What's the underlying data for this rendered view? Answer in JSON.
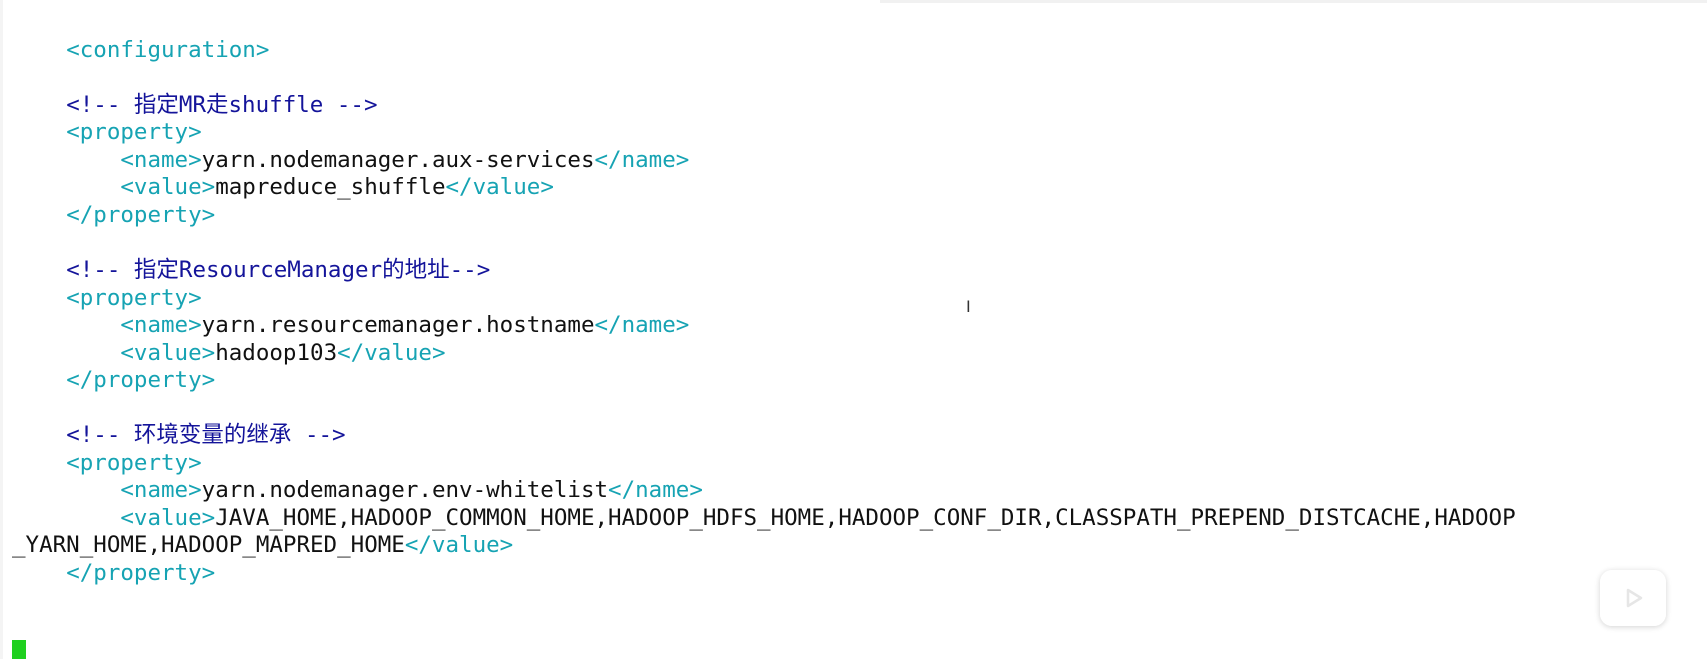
{
  "editor": {
    "lines": [
      {
        "tag_open": "<configuration>"
      },
      {
        "comment": "<!-- 指定MR走shuffle -->"
      },
      {
        "prop_open": "<property>"
      },
      {
        "name_open": "<name>",
        "name_value": "yarn.nodemanager.aux-services",
        "name_close": "</name>"
      },
      {
        "value_open": "<value>",
        "value_value": "mapreduce_shuffle",
        "value_close": "</value>"
      },
      {
        "prop_close": "</property>"
      },
      {
        "comment": "<!-- 指定ResourceManager的地址-->"
      },
      {
        "prop_open": "<property>"
      },
      {
        "name_open": "<name>",
        "name_value": "yarn.resourcemanager.hostname",
        "name_close": "</name>"
      },
      {
        "value_open": "<value>",
        "value_value": "hadoop103",
        "value_close": "</value>"
      },
      {
        "prop_close": "</property>"
      },
      {
        "comment": "<!-- 环境变量的继承 -->"
      },
      {
        "prop_open": "<property>"
      },
      {
        "name_open": "<name>",
        "name_value": "yarn.nodemanager.env-whitelist",
        "name_close": "</name>"
      },
      {
        "value_open": "<value>",
        "value_value": "JAVA_HOME,HADOOP_COMMON_HOME,HADOOP_HDFS_HOME,HADOOP_CONF_DIR,CLASSPATH_PREPEND_DISTCACHE,HADOOP"
      },
      {
        "value_value": "_YARN_HOME,HADOOP_MAPRED_HOME",
        "value_close": "</value>"
      },
      {
        "prop_close": "</property>"
      }
    ]
  },
  "colors": {
    "tag": "#16a3b3",
    "comment": "#14149a",
    "text": "#111111",
    "cursor": "#1fd01f"
  },
  "icons": {
    "play": "play-icon",
    "text_cursor": "text-cursor-icon"
  }
}
